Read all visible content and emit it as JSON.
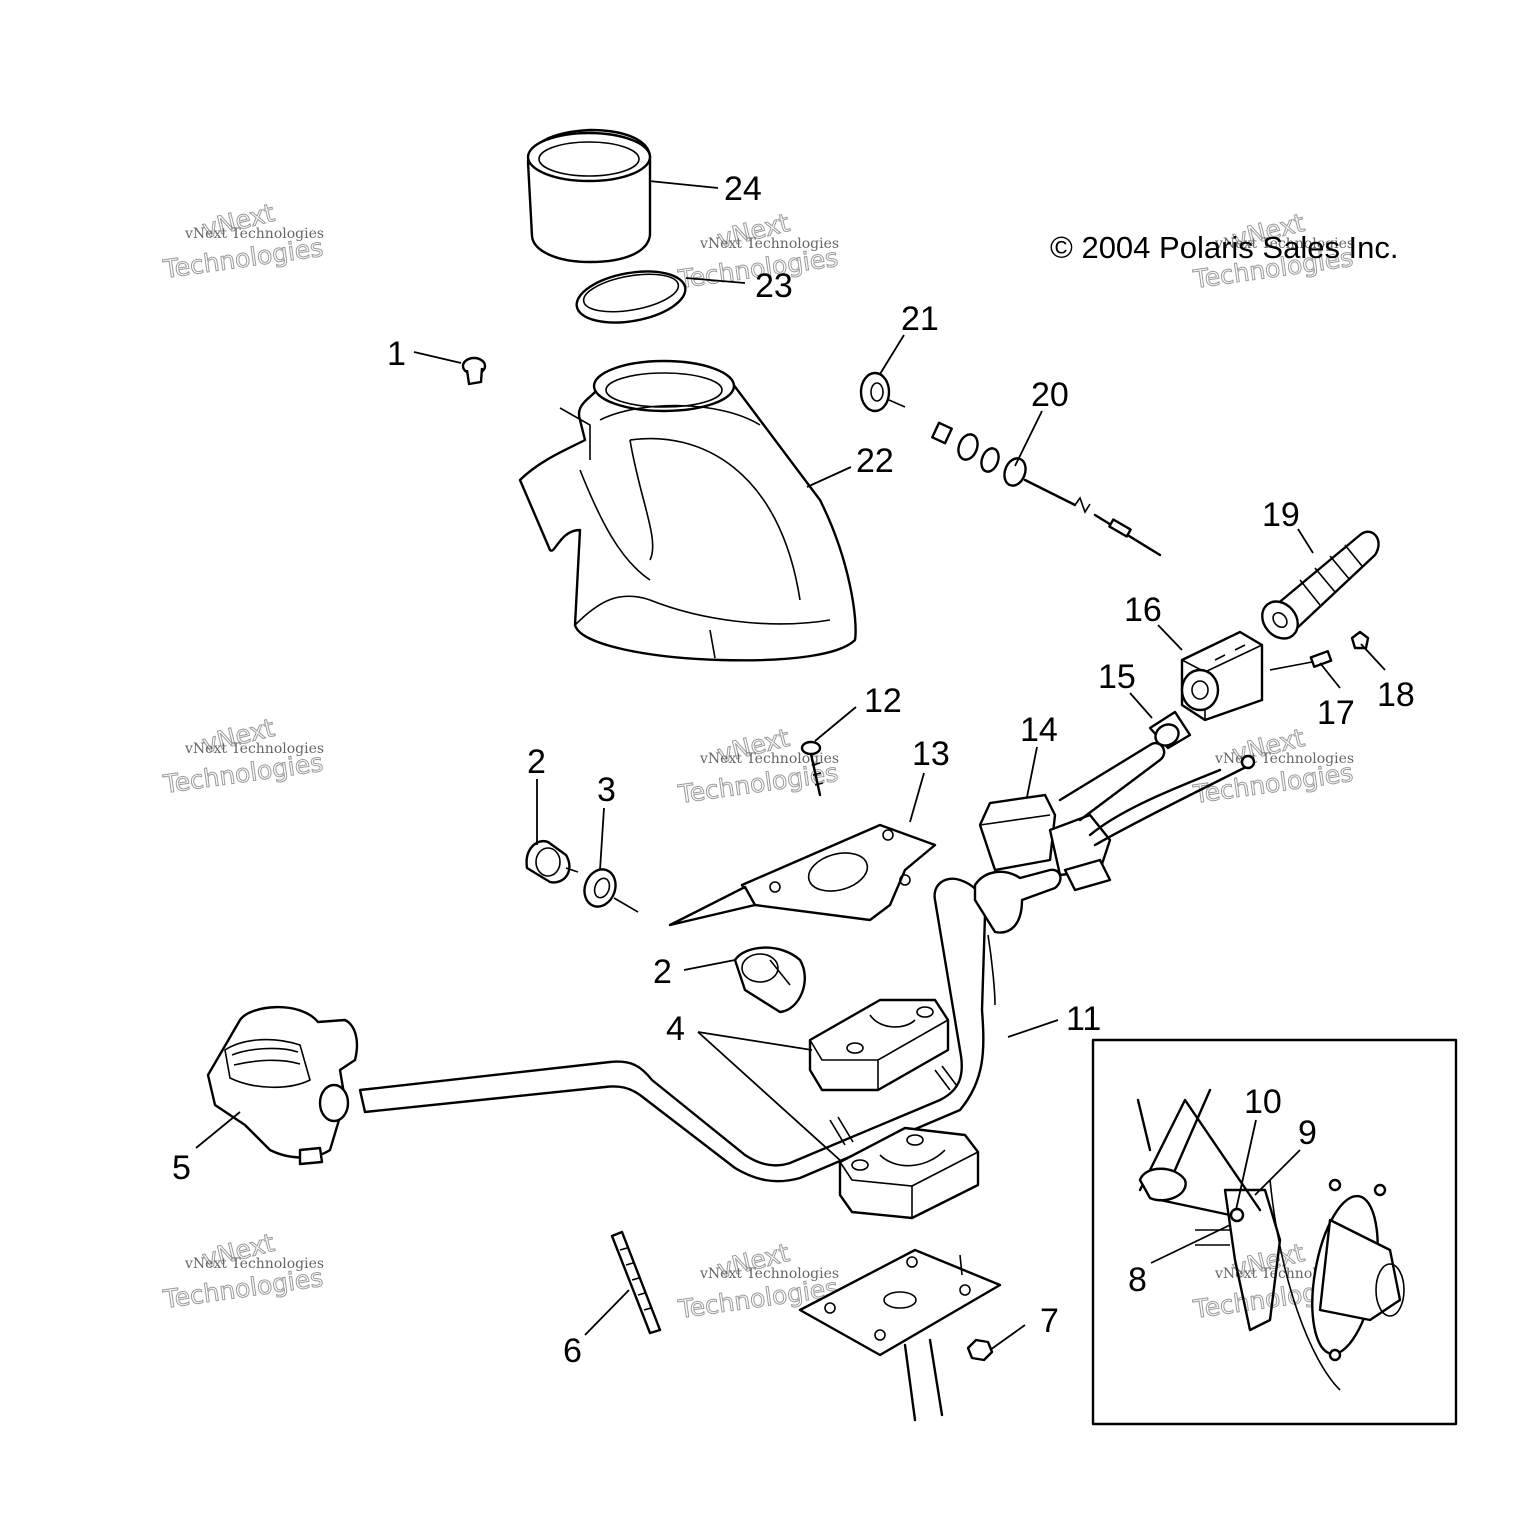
{
  "copyright": "© 2004 Polaris Sales Inc.",
  "watermark": {
    "line_small": "vNext Technologies",
    "line_big_1": "vNext",
    "line_big_2": "Technologies"
  },
  "callouts": [
    "1",
    "2",
    "2",
    "3",
    "4",
    "5",
    "6",
    "7",
    "8",
    "9",
    "10",
    "11",
    "12",
    "13",
    "14",
    "15",
    "16",
    "17",
    "18",
    "19",
    "20",
    "21",
    "22",
    "23",
    "24"
  ],
  "parts": [
    {
      "callout": "24",
      "icon": "ring-bezel-icon"
    },
    {
      "callout": "23",
      "icon": "gasket-ring-icon"
    },
    {
      "callout": "22",
      "icon": "handlebar-pod-cover-icon"
    },
    {
      "callout": "21",
      "icon": "lock-washer-icon"
    },
    {
      "callout": "20",
      "icon": "throttle-cable-icon"
    },
    {
      "callout": "19",
      "icon": "grip-icon"
    },
    {
      "callout": "18",
      "icon": "cap-icon"
    },
    {
      "callout": "17",
      "icon": "screw-icon"
    },
    {
      "callout": "16",
      "icon": "switch-housing-icon"
    },
    {
      "callout": "15",
      "icon": "bushing-icon"
    },
    {
      "callout": "14",
      "icon": "brake-master-cylinder-icon"
    },
    {
      "callout": "13",
      "icon": "mounting-bracket-icon"
    },
    {
      "callout": "12",
      "icon": "bolt-icon"
    },
    {
      "callout": "11",
      "icon": "handlebar-icon"
    },
    {
      "callout": "10",
      "icon": "cable-icon"
    },
    {
      "callout": "9",
      "icon": "clip-icon"
    },
    {
      "callout": "8",
      "icon": "fitting-icon"
    },
    {
      "callout": "7",
      "icon": "nut-icon"
    },
    {
      "callout": "6",
      "icon": "cable-tie-icon"
    },
    {
      "callout": "5",
      "icon": "throttle-housing-icon"
    },
    {
      "callout": "4",
      "icon": "handlebar-clamp-icon"
    },
    {
      "callout": "3",
      "icon": "nut-icon"
    },
    {
      "callout": "2",
      "icon": "switch-icon"
    },
    {
      "callout": "1",
      "icon": "screw-icon"
    }
  ]
}
